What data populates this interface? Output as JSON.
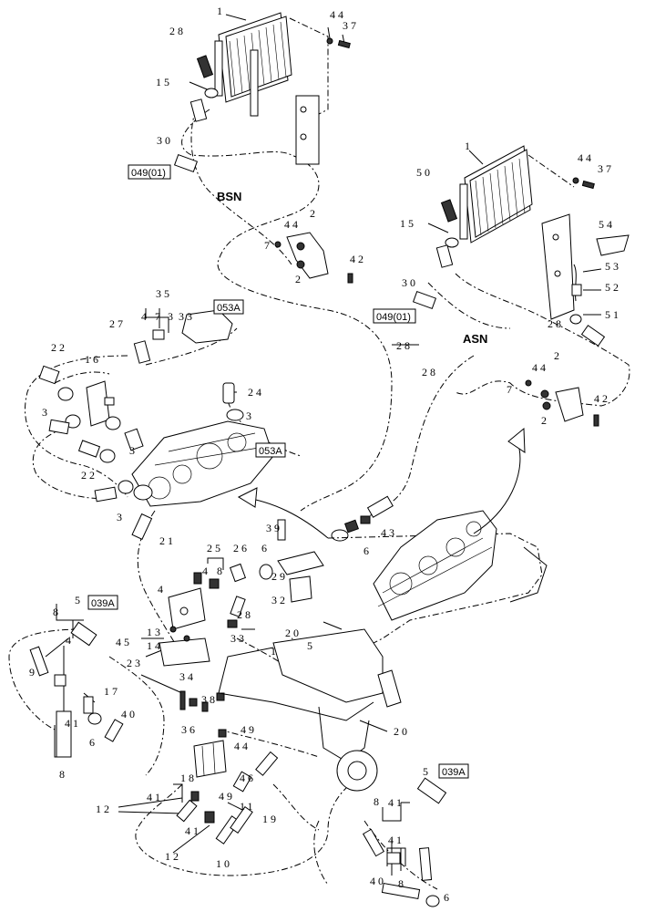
{
  "sections": {
    "bsn": "BSN",
    "asn": "ASN"
  },
  "refs": {
    "r049_top": "049(01)",
    "r049_right": "049(01)",
    "r053_top": "053A",
    "r053_mid": "053A",
    "r039_left": "039A",
    "r039_bottom": "039A"
  },
  "labels": {
    "n1a": "1",
    "n28a": "28",
    "n15a": "15",
    "n30a": "30",
    "n44a": "44",
    "n37a": "37",
    "n7a": "7",
    "n44b": "44",
    "n2a": "2",
    "n2b": "2",
    "n42a": "42",
    "n1b": "1",
    "n50": "50",
    "n15b": "15",
    "n30b": "30",
    "n44c": "44",
    "n37b": "37",
    "n54": "54",
    "n53": "53",
    "n52": "52",
    "n51": "51",
    "n28b": "28",
    "n44d": "44",
    "n7b": "7",
    "n2c": "2",
    "n2d": "2",
    "n42b": "42",
    "n35a": "35",
    "n47a": "4 7",
    "n3a": "3",
    "n33a": "33",
    "n27": "27",
    "n22a": "22",
    "n16": "16",
    "n3b": "3",
    "n3c": "3",
    "n24": "24",
    "n3d": "3",
    "n22b": "22",
    "n3e": "3",
    "n21": "21",
    "n28c": "28",
    "n28d": "28",
    "n39": "39",
    "n43": "43",
    "n6a": "6",
    "n25": "25",
    "n47b": "4",
    "n8a": "8",
    "n26": "26",
    "n6b": "6",
    "n29": "29",
    "n32": "32",
    "n4": "4",
    "n28e": "28",
    "n33b": "33",
    "n13": "13",
    "n14": "14",
    "n45": "45",
    "n20a": "20",
    "n1c": "1",
    "n5a": "5",
    "n23": "23",
    "n34": "34",
    "n38": "38",
    "n36": "36",
    "n49a": "49",
    "n44e": "44",
    "n20b": "20",
    "n5b": "5",
    "n8b": "8",
    "n48": "4",
    "n9": "9",
    "n17": "17",
    "n40a": "40",
    "n41a": "41",
    "n6c": "6",
    "n8c": "8",
    "n18": "18",
    "n41b": "41",
    "n46": "46",
    "n49b": "49",
    "n11": "11",
    "n12a": "12",
    "n41c": "41",
    "n19": "19",
    "n12b": "12",
    "n10": "10",
    "n5c": "5",
    "n41d": "41",
    "n8d": "8",
    "n40b": "40",
    "n8e": "8",
    "n6d": "6",
    "n41e": "41"
  }
}
